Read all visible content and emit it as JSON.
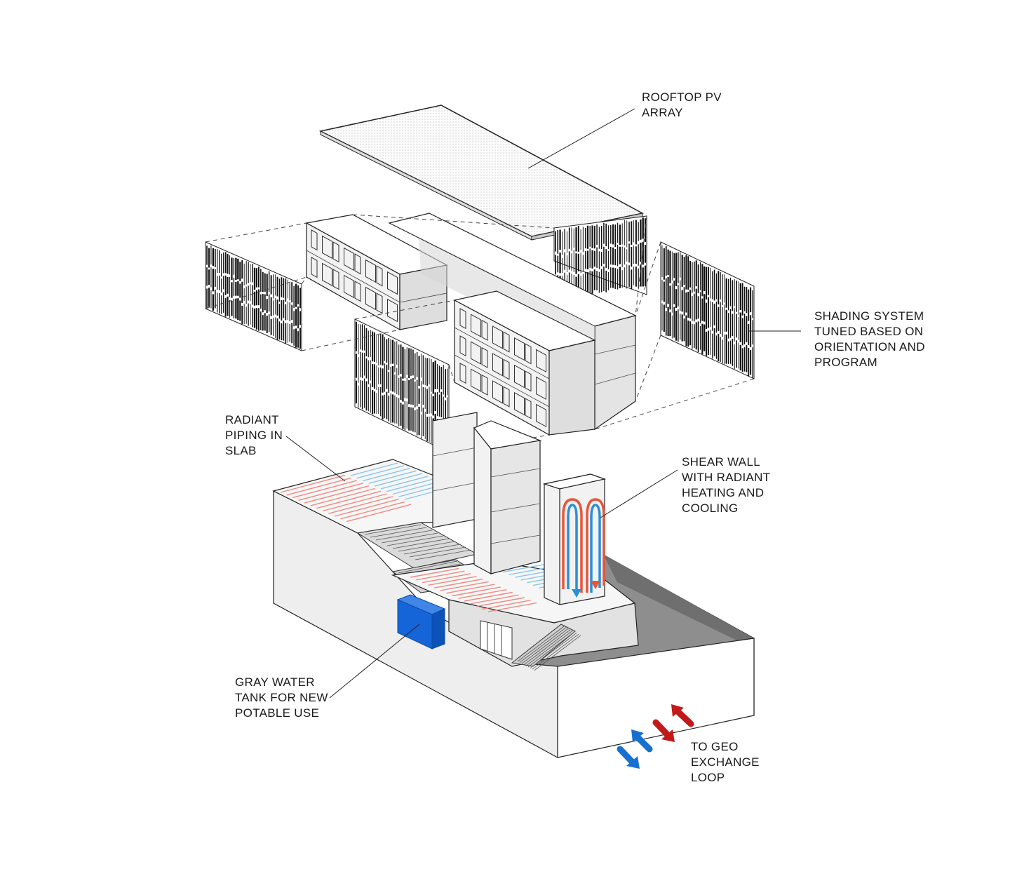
{
  "colors": {
    "warm": "#e8553a",
    "cool": "#2b8fd6",
    "warm_pipe": "#f08a80",
    "cool_pipe": "#8cc6ea",
    "tank": "#1665d8",
    "arrow_red": "#c21a1a",
    "arrow_blue": "#1670d0",
    "line": "#222222",
    "face_light": "#f2f2f2",
    "face_mid": "#dcdcdc",
    "face_dark": "#bdbdbd",
    "pit": "#8a8a8a"
  },
  "labels": {
    "rooftop_pv": [
      "ROOFTOP PV",
      "ARRAY"
    ],
    "shading": [
      "SHADING SYSTEM",
      "TUNED BASED ON",
      "ORIENTATION AND",
      "PROGRAM"
    ],
    "radiant_slab": [
      "RADIANT",
      "PIPING IN",
      "SLAB"
    ],
    "shear_wall": [
      "SHEAR WALL",
      "WITH RADIANT",
      "HEATING AND",
      "COOLING"
    ],
    "gray_water": [
      "GRAY WATER",
      "TANK FOR NEW",
      "POTABLE USE"
    ],
    "geo_exchange": [
      "TO GEO",
      "EXCHANGE",
      "LOOP"
    ]
  },
  "icons": [
    "up-arrow-icon",
    "down-arrow-icon"
  ]
}
